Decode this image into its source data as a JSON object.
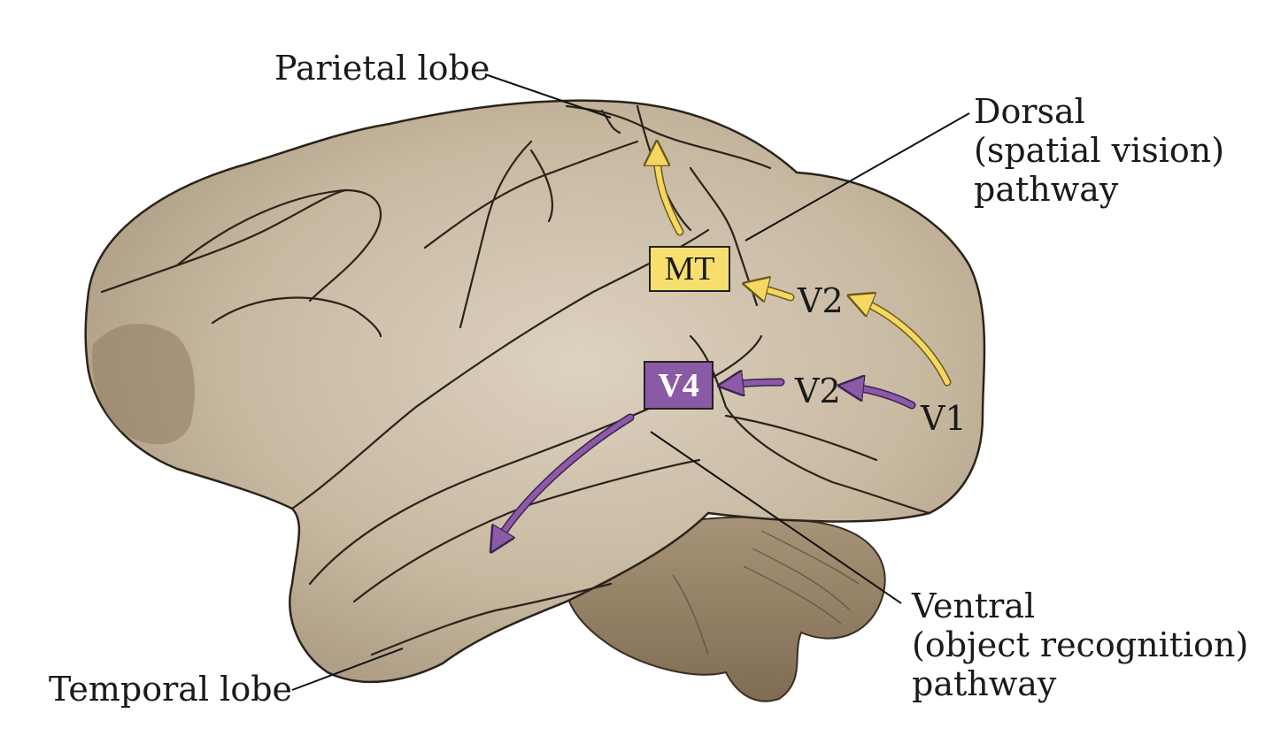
{
  "labels": {
    "parietal": "Parietal lobe",
    "temporal": "Temporal lobe",
    "dorsal_1": "Dorsal",
    "dorsal_2": "(spatial vision)",
    "dorsal_3": "pathway",
    "ventral_1": "Ventral",
    "ventral_2": "(object recognition)",
    "ventral_3": "pathway",
    "v1": "V1",
    "v2_upper": "V2",
    "v2_lower": "V2"
  },
  "areas": {
    "mt": "MT",
    "v4": "V4"
  },
  "colors": {
    "brain_fill": "#c8b9a2",
    "brain_shadow": "#8e7c63",
    "sulcus_line": "#2b231b",
    "dorsal_arrow": "#f6d860",
    "ventral_arrow": "#8c5aa6",
    "leader_line": "#111111"
  }
}
